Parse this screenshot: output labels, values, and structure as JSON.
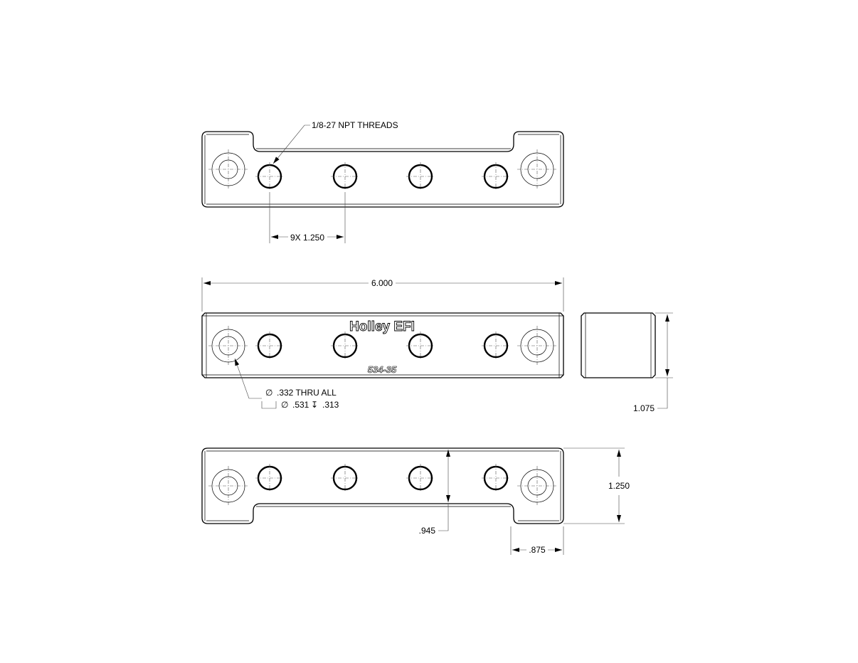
{
  "drawing": {
    "top_view": {
      "thread_note": "1/8-27 NPT THREADS",
      "spacing_dim": "9X 1.250"
    },
    "front_view": {
      "overall_length": "6.000",
      "logo_text": "Holley EFI",
      "part_number": "534-35",
      "hole_note_line1": ".332 THRU ALL",
      "hole_note_line2_dia": ".531",
      "hole_note_line2_depth": ".313",
      "diameter_symbol": "∅",
      "depth_symbol": "↧",
      "counterbore_symbol": "⌴"
    },
    "side_view": {
      "height_dim": "1.075"
    },
    "bottom_view": {
      "width_dim": "1.250",
      "notch_depth_dim": ".945",
      "tab_length_dim": ".875"
    }
  }
}
